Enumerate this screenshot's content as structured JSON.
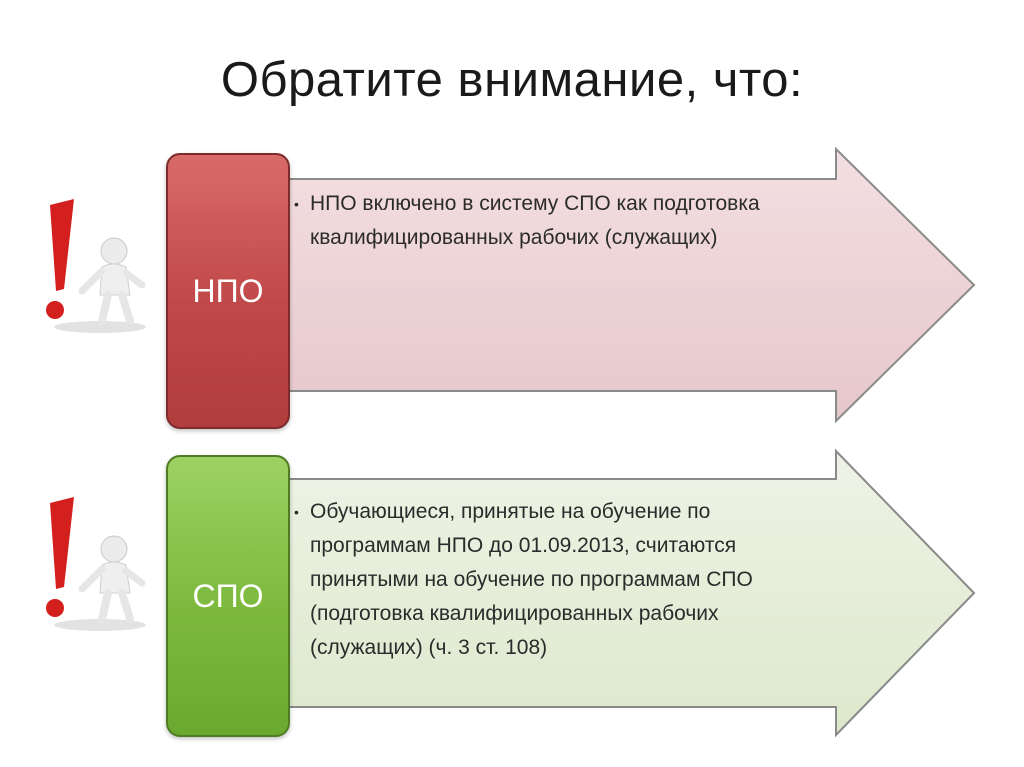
{
  "slide": {
    "title": "Обратите внимание, что:",
    "items": [
      {
        "label": "НПО",
        "text": "НПО включено в систему СПО как подготовка квалифицированных рабочих (служащих)",
        "icon": "exclamation-person-icon",
        "accent": "#c04848",
        "arrow_fill": "#ecd3d6"
      },
      {
        "label": "СПО",
        "text": "Обучающиеся, принятые на обучение по программам НПО до 01.09.2013, считаются принятыми на обучение по программам СПО (подготовка квалифицированных рабочих (служащих) (ч. 3 ст. 108)",
        "icon": "exclamation-person-icon",
        "accent": "#7cb93d",
        "arrow_fill": "#e3ecd6"
      }
    ]
  }
}
